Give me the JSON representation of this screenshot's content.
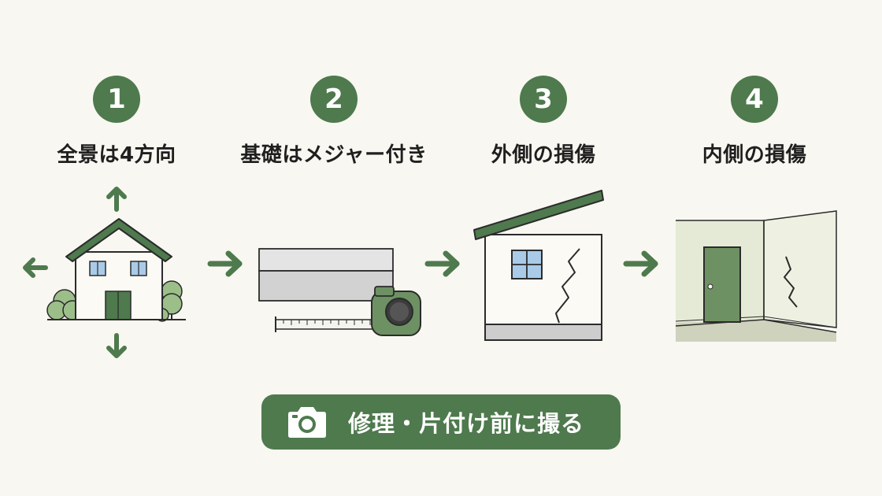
{
  "steps": [
    {
      "number": "1",
      "label": "全景は4方向"
    },
    {
      "number": "2",
      "label": "基礎はメジャー付き"
    },
    {
      "number": "3",
      "label": "外側の損傷"
    },
    {
      "number": "4",
      "label": "内側の損傷"
    }
  ],
  "banner": {
    "text": "修理・片付け前に撮る",
    "icon": "camera-icon"
  },
  "colors": {
    "accent": "#4e7a4d",
    "background": "#f8f7f1"
  }
}
